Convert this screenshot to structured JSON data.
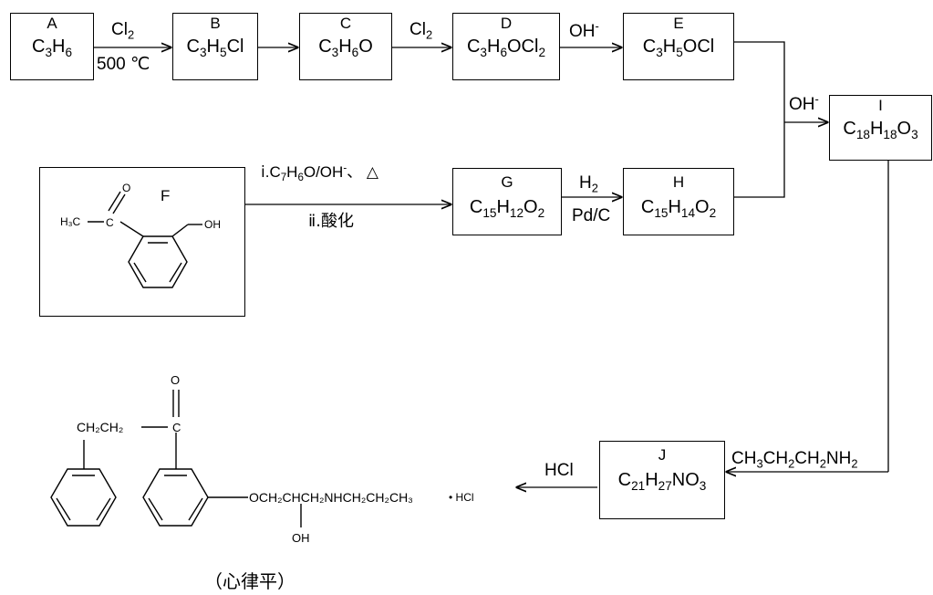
{
  "compounds": {
    "A": {
      "label": "A",
      "formula": [
        "C",
        "3",
        "H",
        "6"
      ]
    },
    "B": {
      "label": "B",
      "formula": [
        "C",
        "3",
        "H",
        "5",
        "Cl",
        ""
      ]
    },
    "C": {
      "label": "C",
      "formula": [
        "C",
        "3",
        "H",
        "6",
        "O",
        ""
      ]
    },
    "D": {
      "label": "D",
      "formula": [
        "C",
        "3",
        "H",
        "6",
        "OCl",
        "2"
      ]
    },
    "E": {
      "label": "E",
      "formula": [
        "C",
        "3",
        "H",
        "5",
        "OCl",
        ""
      ]
    },
    "F": {
      "label": "F"
    },
    "G": {
      "label": "G",
      "formula": [
        "C",
        "15",
        "H",
        "12",
        "O",
        "2"
      ]
    },
    "H": {
      "label": "H",
      "formula": [
        "C",
        "15",
        "H",
        "14",
        "O",
        "2"
      ]
    },
    "I": {
      "label": "I",
      "formula": [
        "C",
        "18",
        "H",
        "18",
        "O",
        "3"
      ]
    },
    "J": {
      "label": "J",
      "formula": [
        "C",
        "21",
        "H",
        "27",
        "NO",
        "3"
      ]
    }
  },
  "conditions": {
    "a_b_top": [
      "Cl",
      "2"
    ],
    "a_b_bottom": "500 ℃",
    "c_d_top": [
      "Cl",
      "2"
    ],
    "d_e_top": [
      "OH",
      "-"
    ],
    "e_h_to_i": [
      "OH",
      "-"
    ],
    "f_g_top": [
      "ⅰ.C",
      "7",
      "H",
      "6",
      "O/OH",
      "-",
      "、 △"
    ],
    "f_g_bottom": "ⅱ.酸化",
    "g_h_top": [
      "H",
      "2"
    ],
    "g_h_bottom": "Pd/C",
    "i_j": [
      "CH",
      "3",
      "CH",
      "2",
      "CH",
      "2",
      "NH",
      "2"
    ],
    "j_product": "HCl"
  },
  "structure_f": {
    "methyl": "H₃C",
    "carbonyl_c": "C",
    "oxygen": "O",
    "hydroxyl": "OH"
  },
  "product": {
    "oxygen": "O",
    "carbonyl_c": "C",
    "chain": "CH₂CH₂",
    "side_chain": "OCH₂CHCH₂NHCH₂CH₂CH₃",
    "salt": "• HCl",
    "hydroxyl": "OH",
    "name": "（心律平）"
  }
}
